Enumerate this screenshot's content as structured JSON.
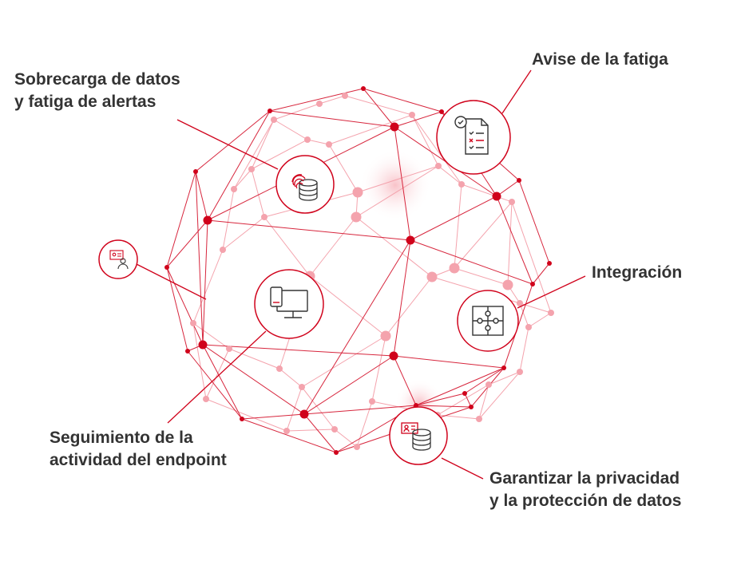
{
  "colors": {
    "accent": "#d0021b",
    "line_dark": "#d7263d",
    "line_light": "#f4a3ad",
    "node_light": "#f4a3ad",
    "icon_stroke": "#333333",
    "text": "#333333"
  },
  "labels": {
    "overload": {
      "line1": "Sobrecarga de datos",
      "line2": "y fatiga de alertas"
    },
    "fatigue": {
      "line1": "Avise de la fatiga"
    },
    "integration": {
      "line1": "Integración"
    },
    "endpoint": {
      "line1": "Seguimiento de la",
      "line2": "actividad del endpoint"
    },
    "privacy": {
      "line1": "Garantizar la privacidad",
      "line2": "y la protección de datos"
    }
  },
  "icons": {
    "overload": "fingerprint-database-icon",
    "fatigue": "checklist-icon",
    "integration": "puzzle-icon",
    "endpoint": "devices-icon",
    "privacy": "id-card-database-icon",
    "small": "user-id-badge-icon"
  }
}
